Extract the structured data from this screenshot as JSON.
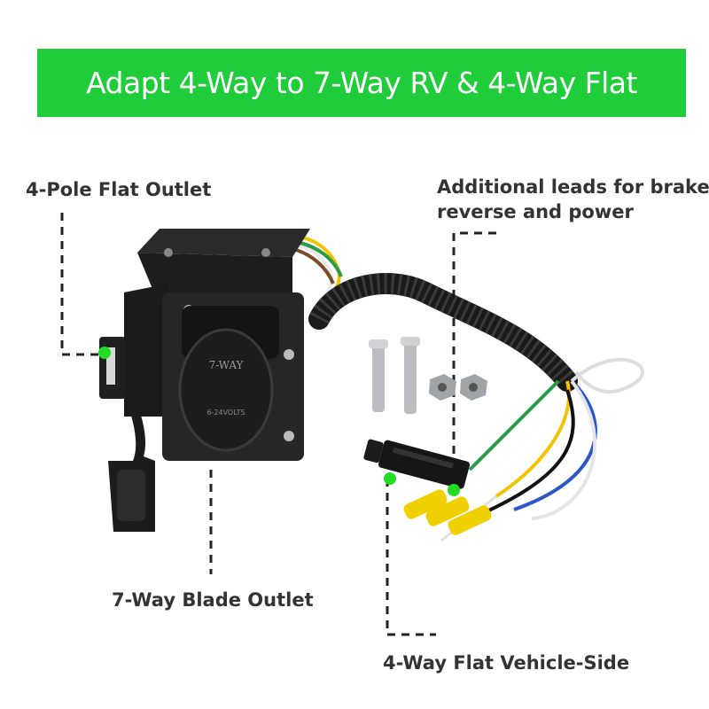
{
  "banner": {
    "title": "Adapt 4-Way to 7-Way RV & 4-Way Flat",
    "color": "#1fcc3a"
  },
  "callouts": {
    "flat_outlet": "4-Pole Flat Outlet",
    "leads_line1": "Additional leads for brake,",
    "leads_line2": "reverse and power",
    "blade_outlet": "7-Way Blade Outlet",
    "vehicle_side": "4-Way Flat Vehicle-Side"
  },
  "product": {
    "socket_text": "7-WAY",
    "voltage_text": "6-24VOLTS",
    "marker_color": "#22dd22",
    "wire_colors": [
      "#ffffff",
      "#f2c400",
      "#2a9c4a",
      "#7a4a2a",
      "#2b57c9",
      "#111111"
    ]
  }
}
